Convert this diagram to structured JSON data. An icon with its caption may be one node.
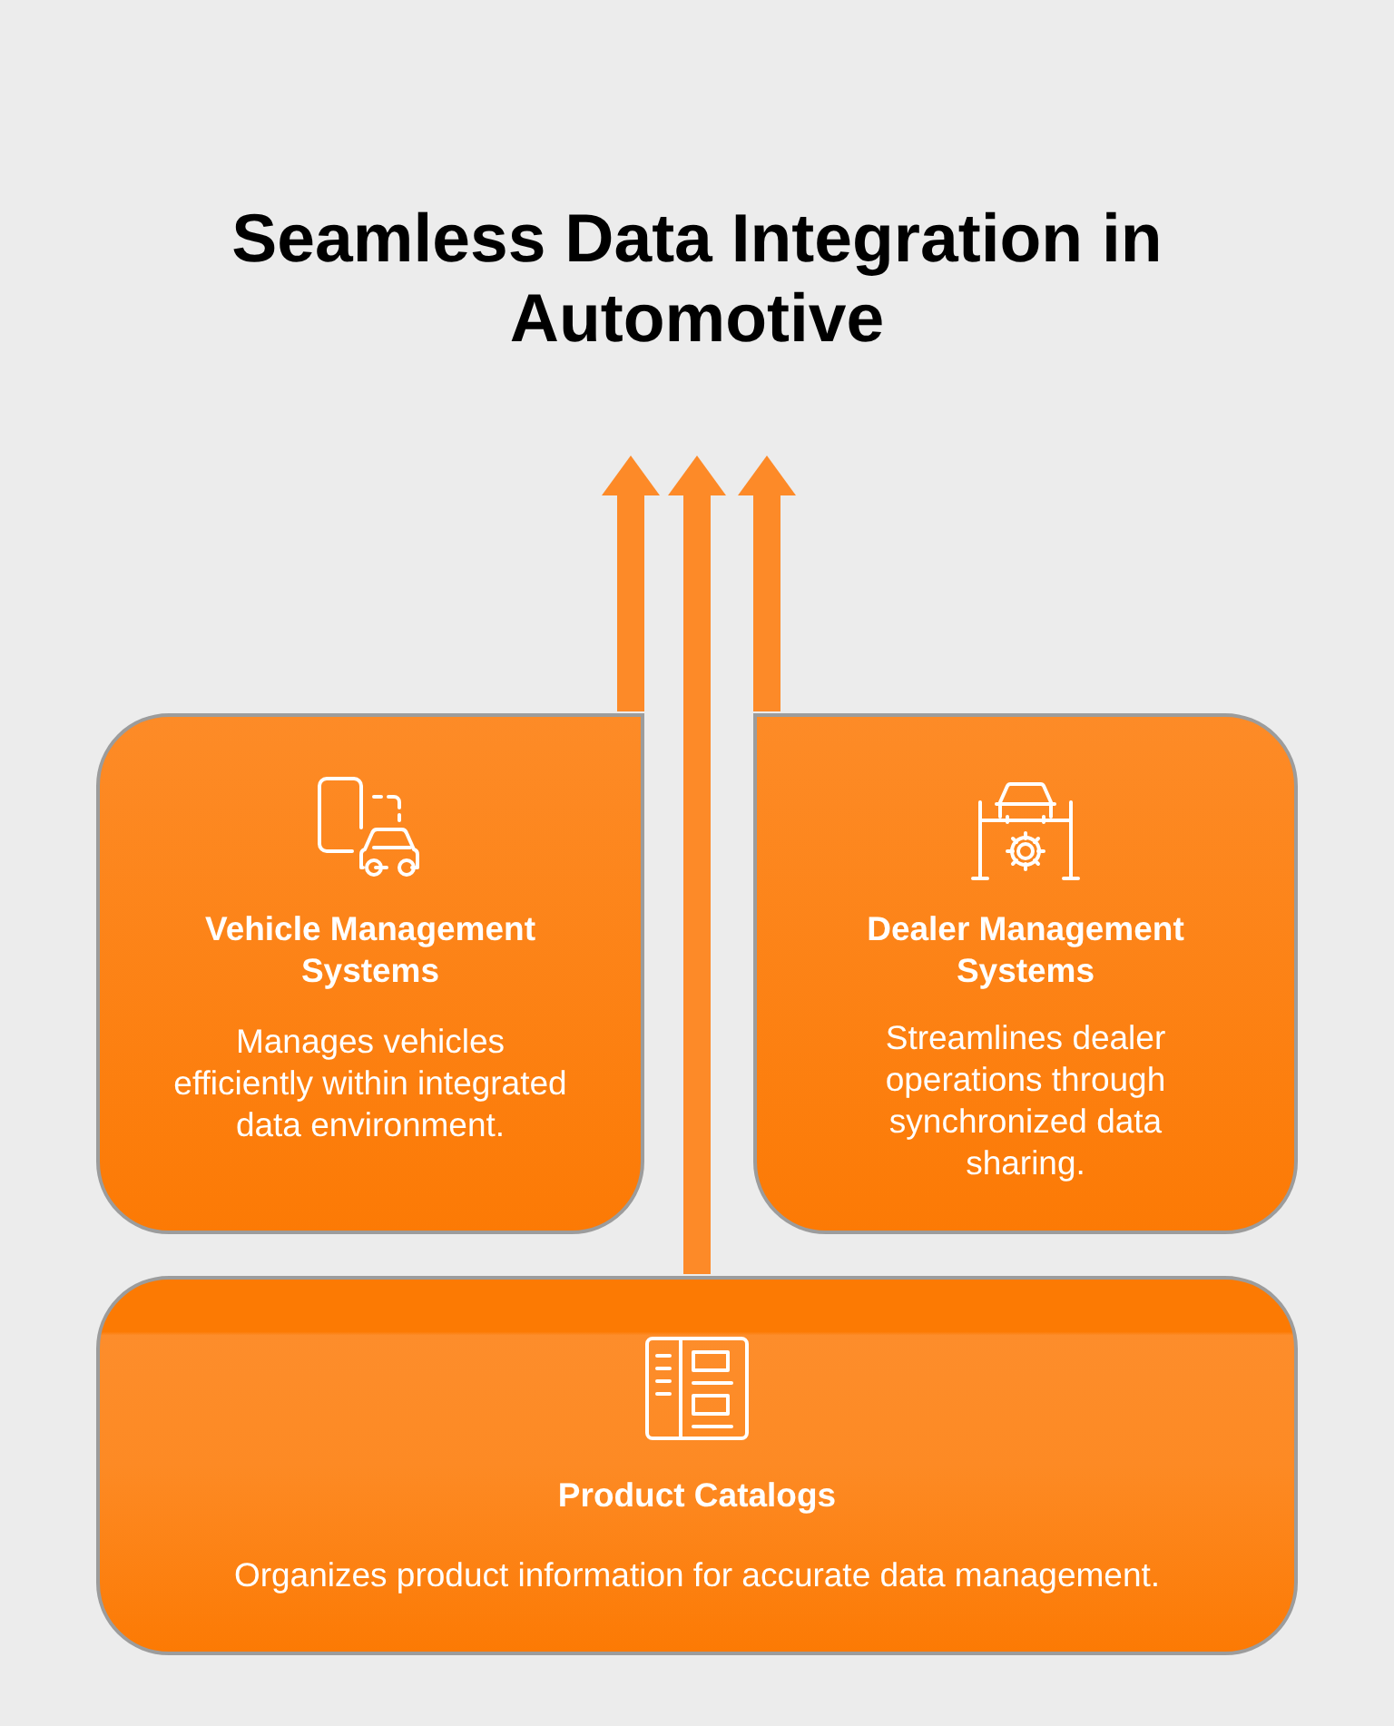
{
  "diagram": {
    "title": "Seamless Data Integration in Automotive",
    "nodes": [
      {
        "text": [
          "Vehicle Management Systems",
          "Manages vehicles efficiently within integrated data environment."
        ]
      },
      {
        "text": [
          "Dealer Management Systems",
          "Streamlines dealer operations through synchronized data sharing."
        ]
      },
      {
        "text": [
          "Product Catalogs",
          "Organizes product information for accurate data management."
        ]
      }
    ],
    "edges": [
      {
        "from": 0,
        "to": null,
        "arrow": "to"
      },
      {
        "from": 2,
        "to": null,
        "arrow": "to"
      },
      {
        "from": 1,
        "to": null,
        "arrow": "to"
      }
    ]
  }
}
